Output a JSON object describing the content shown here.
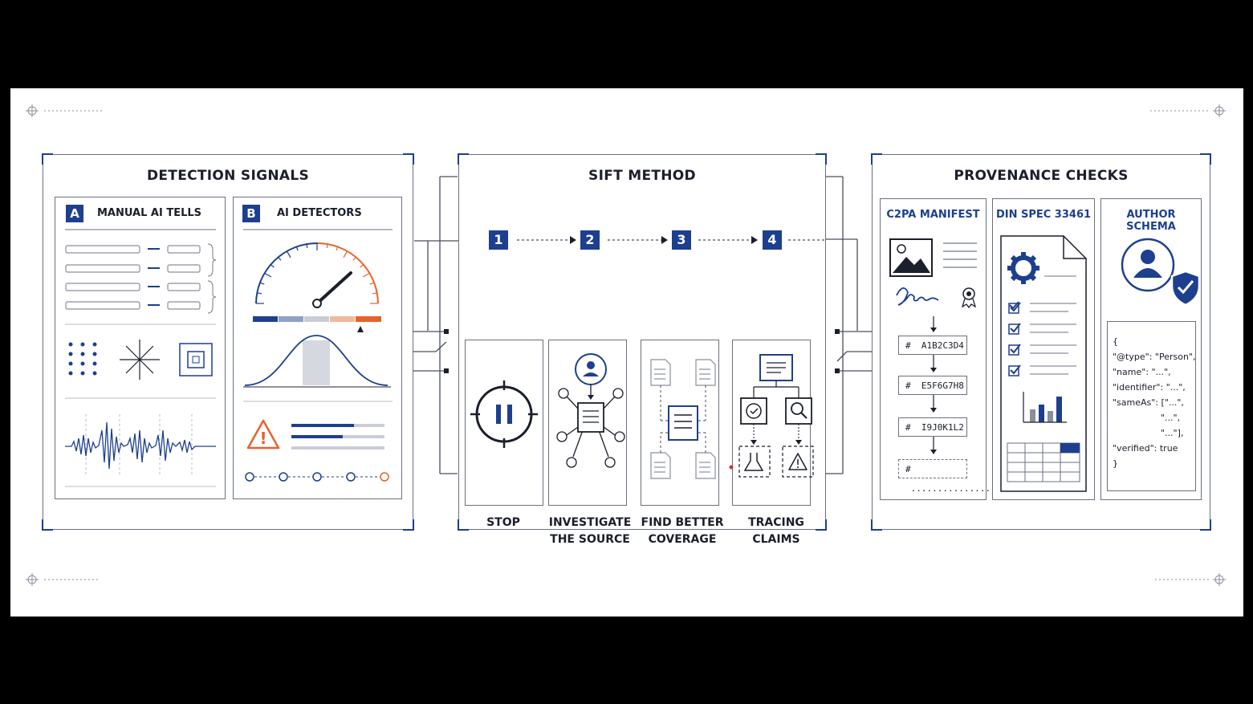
{
  "panels": {
    "detection": {
      "title": "DETECTION SIGNALS",
      "manual": {
        "badge": "A",
        "label": "MANUAL AI TELLS"
      },
      "detectors": {
        "badge": "B",
        "label": "AI DETECTORS"
      }
    },
    "sift": {
      "title": "SIFT METHOD",
      "steps": [
        {
          "num": "1",
          "line1": "STOP",
          "line2": ""
        },
        {
          "num": "2",
          "line1": "INVESTIGATE",
          "line2": "THE SOURCE"
        },
        {
          "num": "3",
          "line1": "FIND BETTER",
          "line2": "COVERAGE"
        },
        {
          "num": "4",
          "line1": "TRACING",
          "line2": "CLAIMS"
        }
      ]
    },
    "provenance": {
      "title": "PROVENANCE CHECKS",
      "c2pa": {
        "label": "C2PA MANIFEST",
        "hashes": [
          "A1B2C3D4",
          "E5F6G7H8",
          "I9J0K1L2",
          "..............."
        ]
      },
      "din": {
        "label": "DIN SPEC 33461"
      },
      "author": {
        "label": "AUTHOR SCHEMA",
        "code": [
          "{",
          "\"@type\": \"Person\",",
          "\"name\": \"...\",",
          "\"identifier\": \"...\",",
          "\"sameAs\": [\"...\",",
          "\"...\",",
          "\"...\"],",
          "\"verified\": true",
          "}"
        ]
      }
    }
  },
  "colors": {
    "accent": "#1d3f8f",
    "warning": "#e8622a",
    "line": "#6b7080"
  }
}
